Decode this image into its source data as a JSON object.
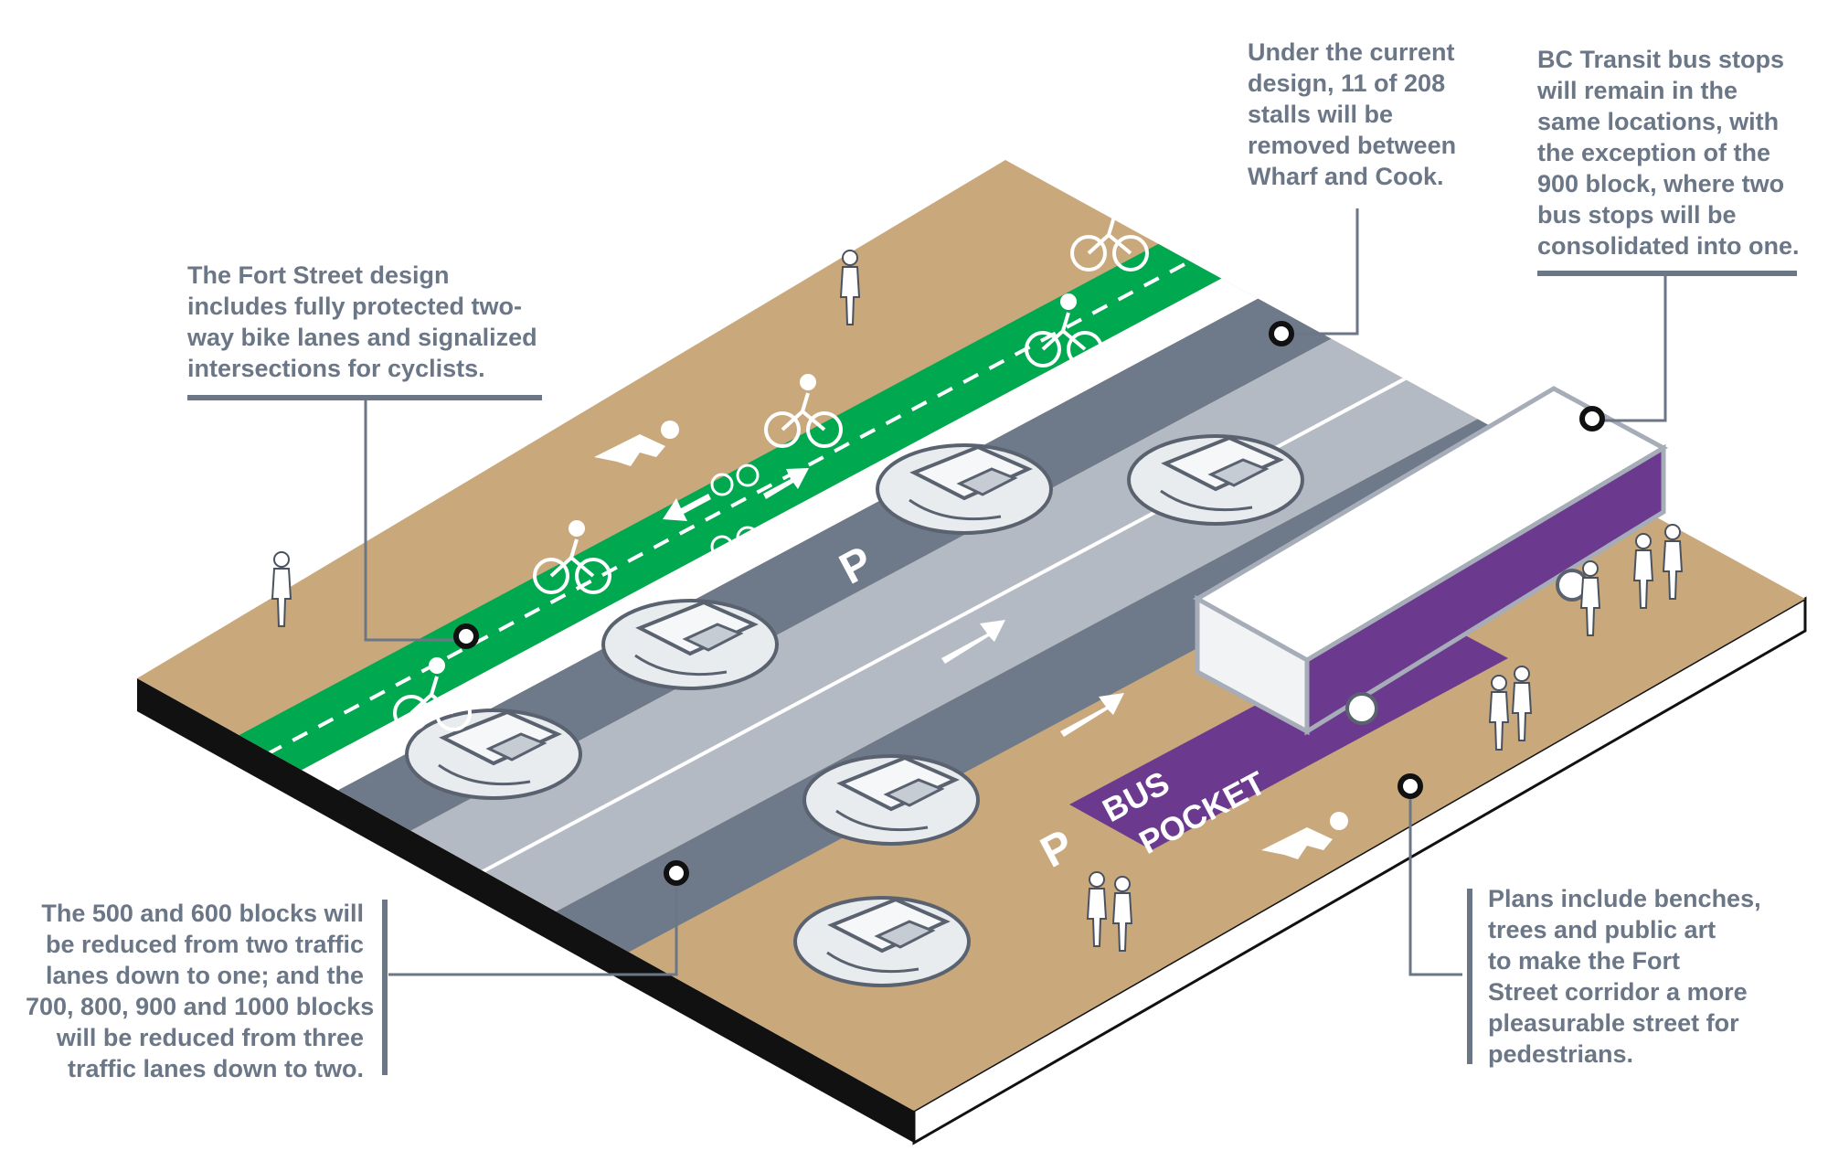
{
  "callouts": {
    "bike_lanes": {
      "lines": [
        "The Fort Street design",
        "includes fully protected two-",
        "way bike lanes and signalized",
        "intersections for cyclists."
      ]
    },
    "parking_stalls": {
      "lines": [
        "Under the current",
        "design, 11 of 208",
        "stalls will be",
        "removed between",
        "Wharf and Cook."
      ]
    },
    "bus_stops": {
      "lines": [
        "BC Transit bus stops",
        "will remain in the",
        "same locations, with",
        "the exception of the",
        "900 block, where two",
        "bus stops will be",
        "consolidated into one."
      ]
    },
    "traffic_lanes": {
      "lines": [
        "The 500 and 600 blocks will",
        "be reduced from two traffic",
        "lanes down to one; and the",
        "700, 800, 900 and 1000 blocks",
        "will be reduced from three",
        "traffic lanes down to two."
      ]
    },
    "pedestrians": {
      "lines": [
        "Plans include benches,",
        "trees and public art",
        "to make the Fort",
        "Street corridor a more",
        "pleasurable street for",
        "pedestrians."
      ]
    }
  },
  "road_markings": {
    "parking": "P",
    "bus_pocket_line1": "BUS",
    "bus_pocket_line2": "POCKET"
  },
  "colors": {
    "sidewalk": "#c9a87c",
    "bike_lane": "#00a84f",
    "parking_lane": "#6e7a8a",
    "travel_lane": "#b4bac4",
    "bus_pocket": "#6b3a8e",
    "callout_text": "#6b7686",
    "base_edge": "#111111"
  },
  "icons": [
    "pedestrian-icon",
    "cyclist-icon",
    "bike-symbol-icon",
    "arrow-icon",
    "car-icon",
    "bus-icon",
    "callout-marker-icon"
  ]
}
